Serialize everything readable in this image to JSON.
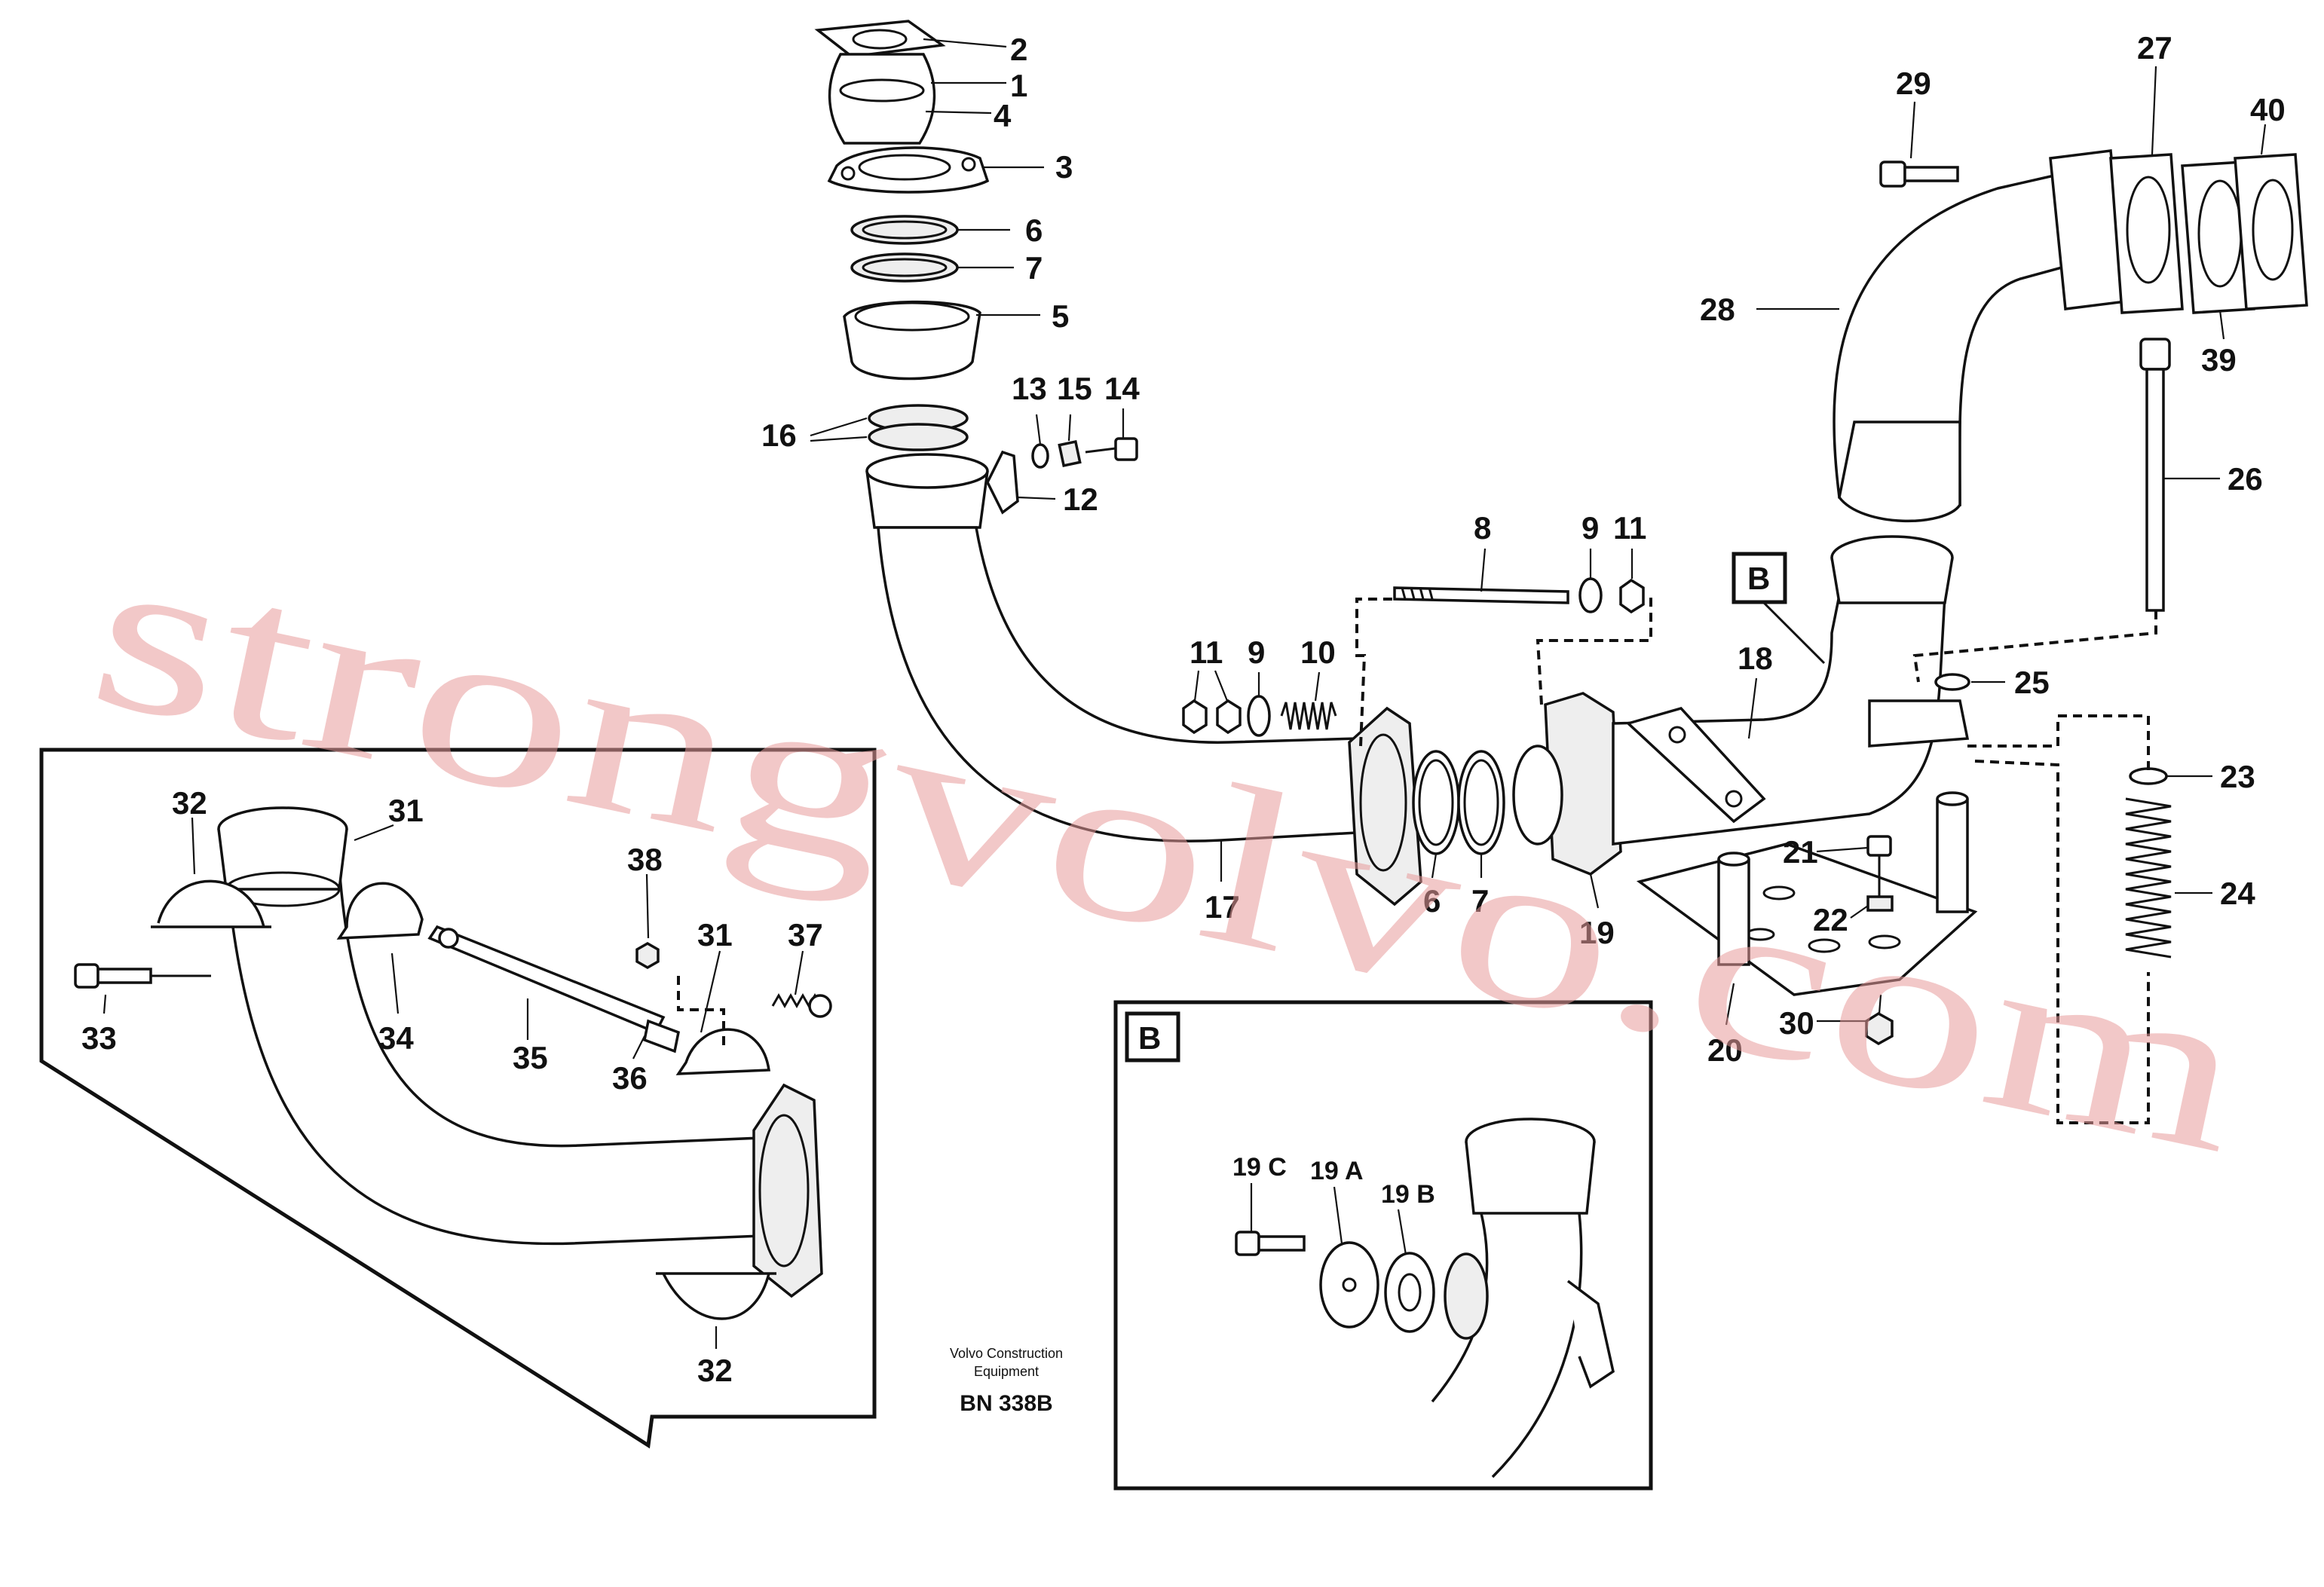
{
  "labels": {
    "l1": "1",
    "l2": "2",
    "l3": "3",
    "l4": "4",
    "l5": "5",
    "l6": "6",
    "l7": "7",
    "l8": "8",
    "l9": "9",
    "l10": "10",
    "l11": "11",
    "l12": "12",
    "l13": "13",
    "l14": "14",
    "l15": "15",
    "l16": "16",
    "l17": "17",
    "l18": "18",
    "l19": "19",
    "l20": "20",
    "l21": "21",
    "l22": "22",
    "l23": "23",
    "l24": "24",
    "l25": "25",
    "l26": "26",
    "l27": "27",
    "l28": "28",
    "l29": "29",
    "l30": "30",
    "l31": "31",
    "l32": "32",
    "l33": "33",
    "l34": "34",
    "l35": "35",
    "l36": "36",
    "l37": "37",
    "l38": "38",
    "l39": "39",
    "l40": "40",
    "l19a": "19 A",
    "l19b": "19 B",
    "l19c": "19 C"
  },
  "callout_letter": "B",
  "inset_letter": "B",
  "watermark": "strongvolvo.com",
  "publisher_line1": "Volvo Construction",
  "publisher_line2": "Equipment",
  "drawing_code": "BN 338B"
}
